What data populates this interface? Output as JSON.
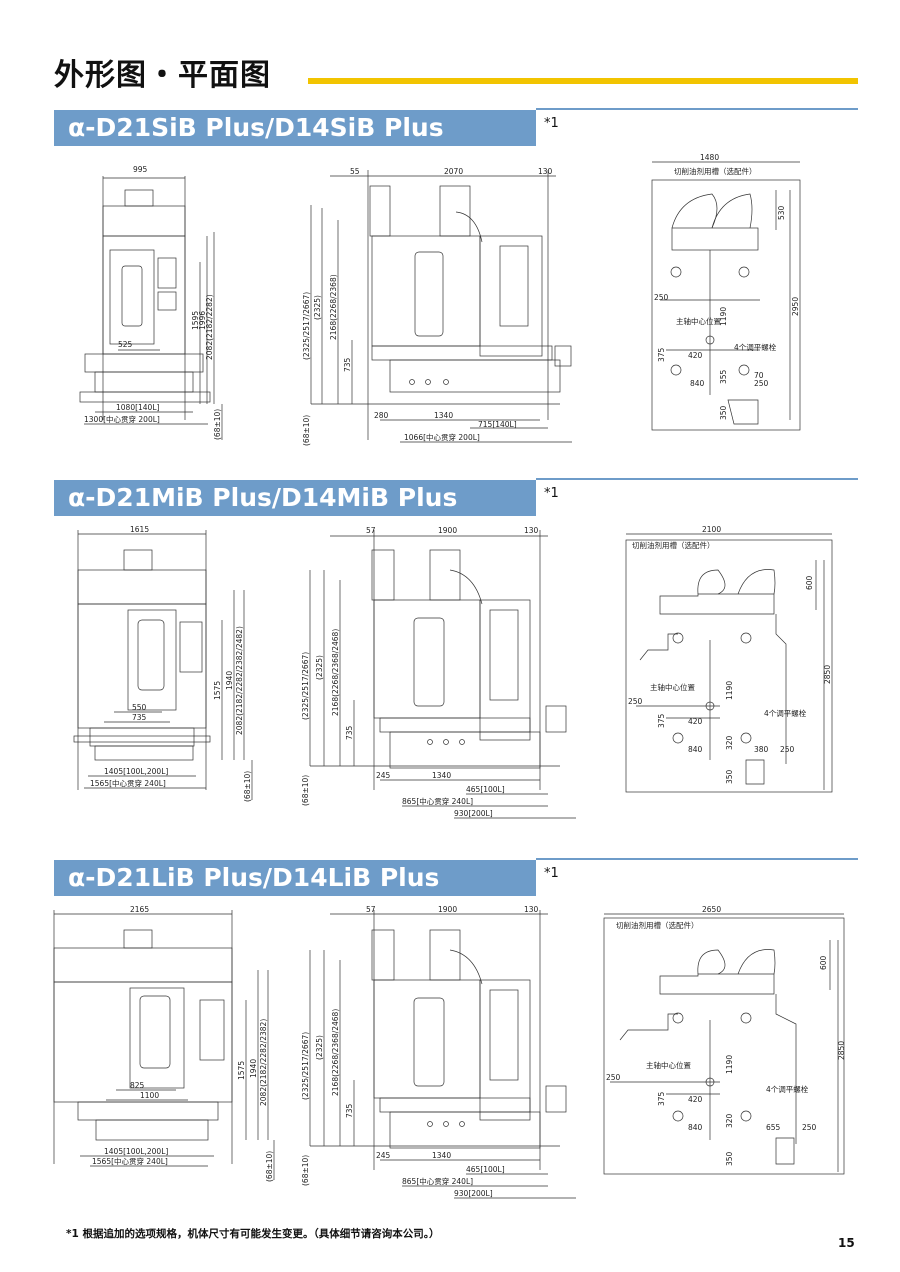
{
  "page": {
    "title": "外形图・平面图",
    "footnote": "*1 根据追加的选项规格，机体尺寸有可能发生变更。（具体细节请咨询本公司。）",
    "page_number": "15"
  },
  "sections": [
    {
      "banner": "α-D21SiB Plus/D14SiB Plus",
      "note": "*1",
      "front": {
        "width": "995",
        "h1": "1595",
        "h2": "1996",
        "h3": "2082(2182/2282)",
        "inner": "525",
        "base": "1080[140L]",
        "base2": "1300[中心贯穿 200L]",
        "foot": "(68±10)"
      },
      "side": {
        "left": "55",
        "width": "2070",
        "right": "130",
        "v1": "(2325/2517/2667)",
        "v2": "(2325)",
        "v3": "2168(2268/2368)",
        "v4": "735",
        "foot": "(68±10)",
        "b1": "280",
        "b2": "1340",
        "b3": "715[140L]",
        "b4": "1066[中心贯穿 200L]"
      },
      "plan": {
        "width": "1480",
        "tank": "切削油剂用槽（选配件）",
        "spindle": "主轴中心位置",
        "bolts": "4个调平螺栓",
        "d600": "530",
        "d250": "250",
        "d1190": "1190",
        "d2850": "2950",
        "d420": "420",
        "d375": "375",
        "d840": "840",
        "d320": "355",
        "dx": "70",
        "dx2": "250",
        "d350": "350"
      }
    },
    {
      "banner": "α-D21MiB Plus/D14MiB Plus",
      "note": "*1",
      "front": {
        "width": "1615",
        "h1": "1575",
        "h2": "1940",
        "h3": "2082(2182/2282/2382/2482)",
        "inner": "550",
        "inner2": "735",
        "base": "1405[100L,200L]",
        "base2": "1565[中心贯穿 240L]",
        "foot": "(68±10)"
      },
      "side": {
        "left": "57",
        "width": "1900",
        "right": "130",
        "v1": "(2325/2517/2667)",
        "v2": "(2325)",
        "v3": "2168(2268/2368/2468)",
        "v4": "735",
        "foot": "(68±10)",
        "b1": "245",
        "b2": "1340",
        "b3": "465[100L]",
        "b4": "865[中心贯穿 240L]",
        "b5": "930[200L]"
      },
      "plan": {
        "width": "2100",
        "tank": "切削油剂用槽（选配件）",
        "spindle": "主轴中心位置",
        "bolts": "4个调平螺栓",
        "d600": "600",
        "d250": "250",
        "d1190": "1190",
        "d2850": "2850",
        "d420": "420",
        "d375": "375",
        "d840": "840",
        "d320": "320",
        "dx": "380",
        "dx2": "250",
        "d350": "350"
      }
    },
    {
      "banner": "α-D21LiB Plus/D14LiB Plus",
      "note": "*1",
      "front": {
        "width": "2165",
        "h1": "1575",
        "h2": "1940",
        "h3": "2082(2182/2282/2382)",
        "inner": "825",
        "inner2": "1100",
        "base": "1405[100L,200L]",
        "base2": "1565[中心贯穿 240L]",
        "foot": "(68±10)"
      },
      "side": {
        "left": "57",
        "width": "1900",
        "right": "130",
        "v1": "(2325/2517/2667)",
        "v2": "(2325)",
        "v3": "2168(2268/2368/2468)",
        "v4": "735",
        "foot": "(68±10)",
        "b1": "245",
        "b2": "1340",
        "b3": "465[100L]",
        "b4": "865[中心贯穿 240L]",
        "b5": "930[200L]"
      },
      "plan": {
        "width": "2650",
        "tank": "切削油剂用槽（选配件）",
        "spindle": "主轴中心位置",
        "bolts": "4个调平螺栓",
        "d600": "600",
        "d250": "250",
        "d1190": "1190",
        "d2850": "2850",
        "d420": "420",
        "d375": "375",
        "d840": "840",
        "d320": "320",
        "dx": "655",
        "dx2": "250",
        "d350": "350"
      }
    }
  ]
}
